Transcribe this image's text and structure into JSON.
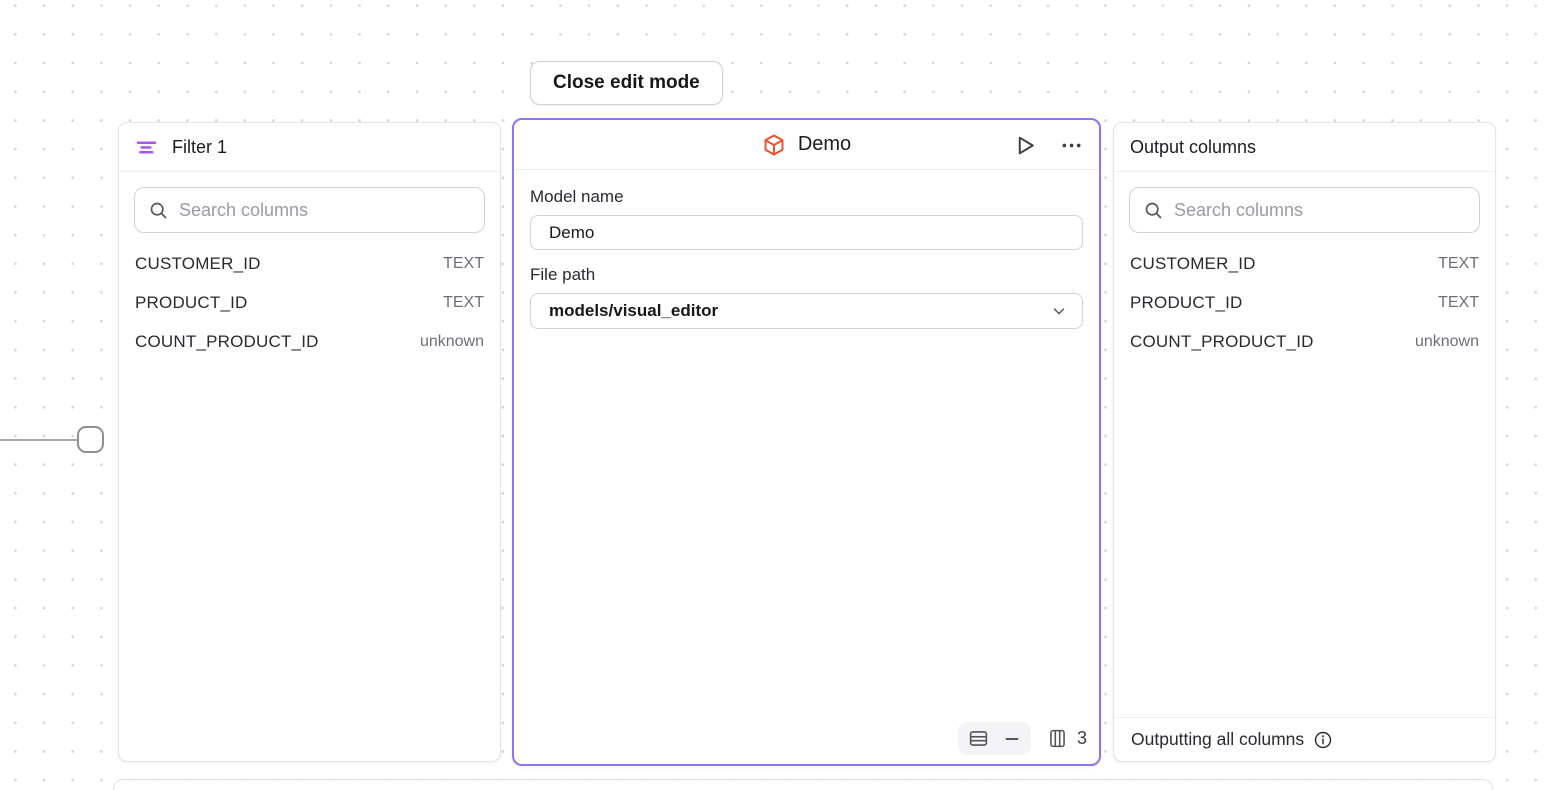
{
  "toolbar": {
    "close_button_label": "Close edit mode"
  },
  "colors": {
    "accent_purple": "#8878f2",
    "filter_icon_purple": "#a855f7",
    "model_icon_orange": "#e8502c"
  },
  "filter_panel": {
    "title": "Filter 1",
    "search_placeholder": "Search columns",
    "columns": [
      {
        "name": "CUSTOMER_ID",
        "type": "TEXT"
      },
      {
        "name": "PRODUCT_ID",
        "type": "TEXT"
      },
      {
        "name": "COUNT_PRODUCT_ID",
        "type": "unknown"
      }
    ]
  },
  "model_panel": {
    "title": "Demo",
    "model_name_label": "Model name",
    "model_name_value": "Demo",
    "file_path_label": "File path",
    "file_path_value": "models/visual_editor",
    "column_count": "3"
  },
  "output_panel": {
    "title": "Output columns",
    "search_placeholder": "Search columns",
    "columns": [
      {
        "name": "CUSTOMER_ID",
        "type": "TEXT"
      },
      {
        "name": "PRODUCT_ID",
        "type": "TEXT"
      },
      {
        "name": "COUNT_PRODUCT_ID",
        "type": "unknown"
      }
    ],
    "footer_text": "Outputting all columns"
  }
}
